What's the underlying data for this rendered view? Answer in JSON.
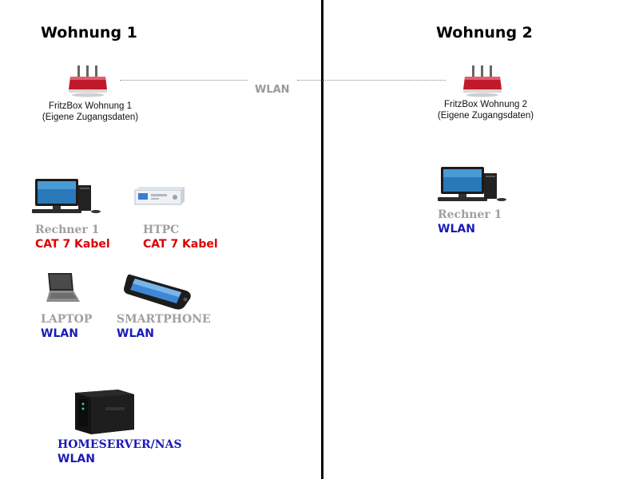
{
  "apartment1": {
    "title": "Wohnung 1",
    "router": {
      "name": "FritzBox Wohnung 1",
      "note": "(Eigene Zugangsdaten)",
      "icon": "router-icon"
    },
    "devices": {
      "rechner1": {
        "name": "Rechner 1",
        "connection": "CAT 7 Kabel",
        "icon": "desktop-pc-icon"
      },
      "htpc": {
        "name": "HTPC",
        "connection": "CAT 7 Kabel",
        "icon": "htpc-icon"
      },
      "laptop": {
        "name": "LAPTOP",
        "connection": "WLAN",
        "icon": "laptop-icon"
      },
      "smartphone": {
        "name": "SMARTPHONE",
        "connection": "WLAN",
        "icon": "smartphone-icon"
      },
      "nas": {
        "name": "HOMESERVER/NAS",
        "connection": "WLAN",
        "icon": "nas-icon"
      }
    }
  },
  "apartment2": {
    "title": "Wohnung 2",
    "router": {
      "name": "FritzBox Wohnung 2",
      "note": "(Eigene Zugangsdaten)",
      "icon": "router-icon"
    },
    "devices": {
      "rechner1": {
        "name": "Rechner 1",
        "connection": "WLAN",
        "icon": "desktop-pc-icon"
      }
    }
  },
  "link": {
    "label": "WLAN"
  },
  "colors": {
    "cable": "#dd0000",
    "wireless": "#1a1ab8",
    "device_name": "#a0a0a0",
    "divider": "#000000"
  }
}
